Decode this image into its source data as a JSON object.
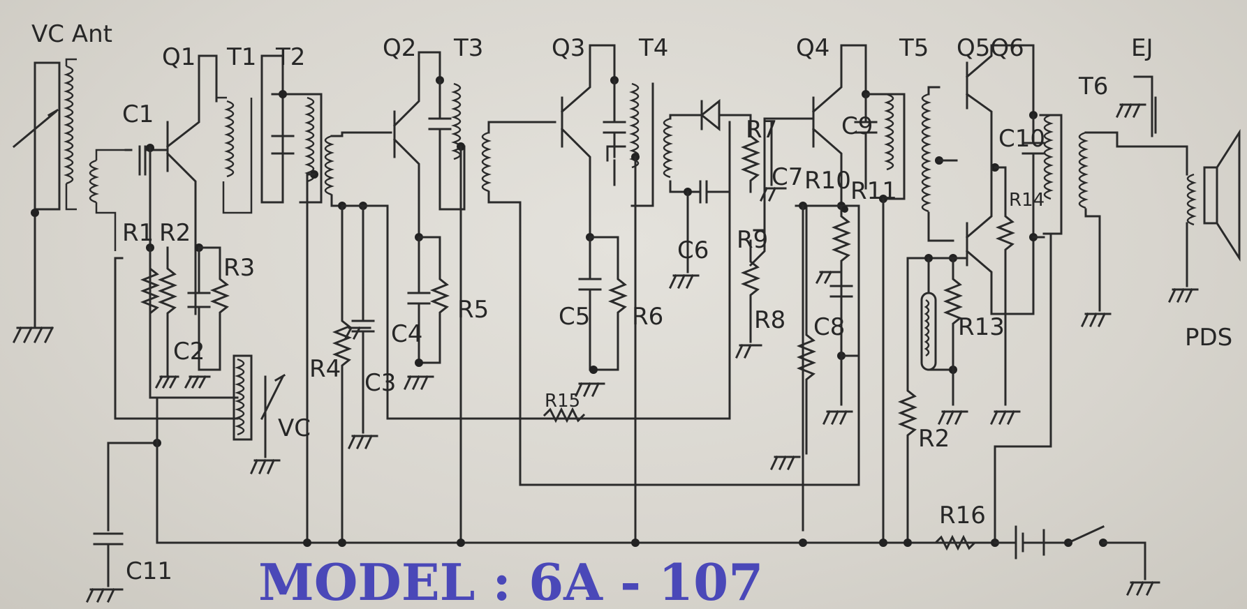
{
  "model_caption": "MODEL : 6A - 107",
  "labels": {
    "vc_ant": "VC Ant",
    "q1": "Q1",
    "t1": "T1",
    "t2": "T2",
    "q2": "Q2",
    "t3": "T3",
    "q3": "Q3",
    "t4": "T4",
    "q4": "Q4",
    "t5": "T5",
    "q5q6": "Q5Q6",
    "t6": "T6",
    "ej": "EJ",
    "pds": "PDS",
    "c1": "C1",
    "c2": "C2",
    "c3": "C3",
    "c4": "C4",
    "c5": "C5",
    "c6": "C6",
    "c7": "C7",
    "c8": "C8",
    "c9": "C9",
    "c10": "C10",
    "c11": "C11",
    "r1": "R1",
    "r2": "R2",
    "r3": "R3",
    "r4": "R4",
    "r5": "R5",
    "r6": "R6",
    "r7": "R7",
    "r8": "R8",
    "r9": "R9",
    "r10": "R10",
    "r11": "R11",
    "r12": "R2",
    "r13": "R13",
    "r14": "R14",
    "r15": "R15",
    "r16": "R16",
    "vc": "VC"
  },
  "colors": {
    "paper": "#d9d6cf",
    "ink": "#2a2a2a",
    "caption": "#4a48b8"
  }
}
